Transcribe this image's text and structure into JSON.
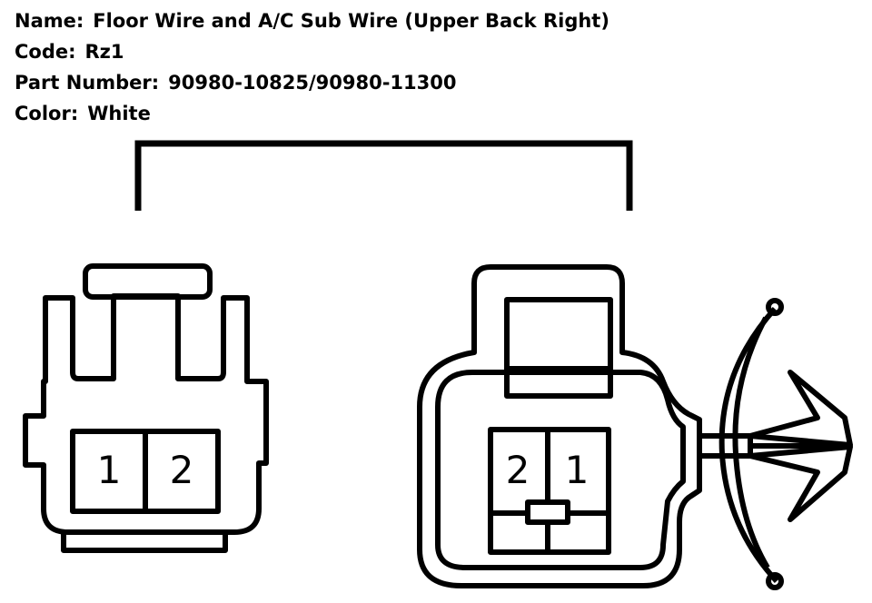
{
  "info": {
    "name_label": "Name:",
    "name_value": "Floor Wire and A/C Sub Wire (Upper Back Right)",
    "code_label": "Code:",
    "code_value": "Rz1",
    "part_label": "Part Number:",
    "part_value": "90980-10825/90980-11300",
    "color_label": "Color:",
    "color_value": "White"
  },
  "left_connector": {
    "pins": [
      "1",
      "2"
    ]
  },
  "right_connector": {
    "pins": [
      "2",
      "1"
    ]
  },
  "colors": {
    "line": "#000000",
    "background": "#ffffff"
  }
}
